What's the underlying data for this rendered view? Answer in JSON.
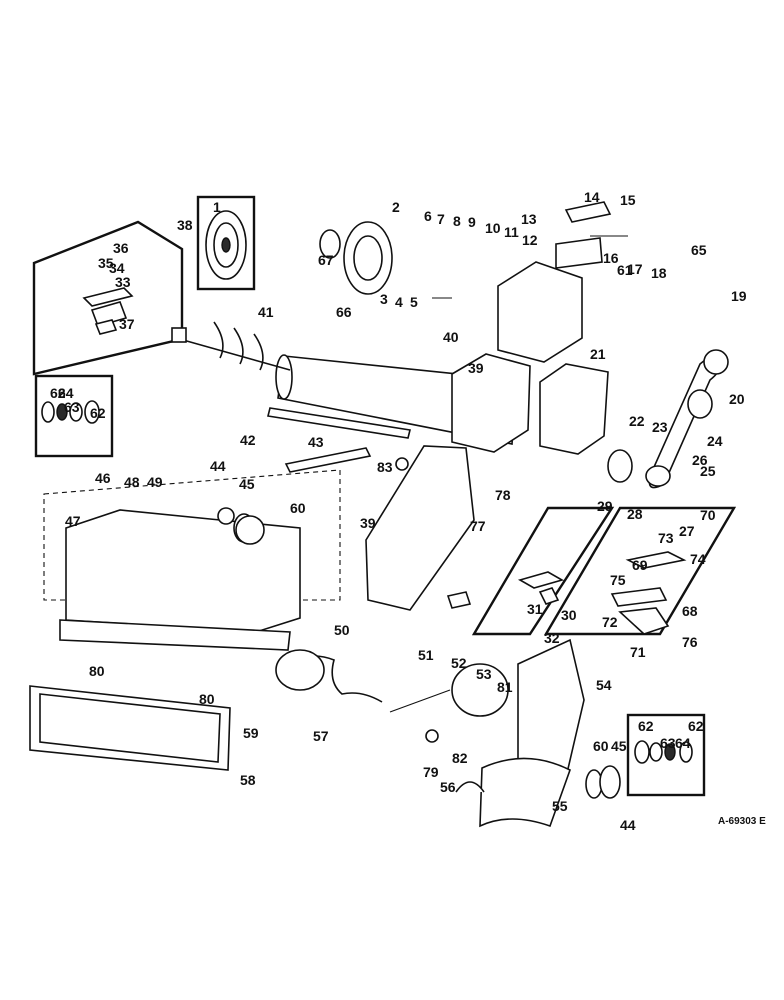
{
  "diagram": {
    "drawing_code": "A-69303 E",
    "callouts": [
      "1",
      "2",
      "3",
      "4",
      "5",
      "6",
      "7",
      "8",
      "9",
      "10",
      "11",
      "12",
      "13",
      "14",
      "15",
      "16",
      "17",
      "18",
      "19",
      "20",
      "21",
      "22",
      "23",
      "24",
      "25",
      "26",
      "27",
      "28",
      "29",
      "30",
      "31",
      "32",
      "33",
      "34",
      "35",
      "36",
      "37",
      "38",
      "39",
      "39",
      "40",
      "41",
      "42",
      "43",
      "44",
      "44",
      "45",
      "45",
      "46",
      "47",
      "48",
      "49",
      "50",
      "51",
      "52",
      "53",
      "54",
      "55",
      "56",
      "57",
      "58",
      "59",
      "60",
      "60",
      "61",
      "62",
      "62",
      "62",
      "62",
      "63",
      "63",
      "64",
      "64",
      "65",
      "66",
      "67",
      "68",
      "69",
      "70",
      "71",
      "72",
      "73",
      "74",
      "75",
      "76",
      "77",
      "78",
      "79",
      "80",
      "80",
      "81",
      "82",
      "83"
    ]
  }
}
